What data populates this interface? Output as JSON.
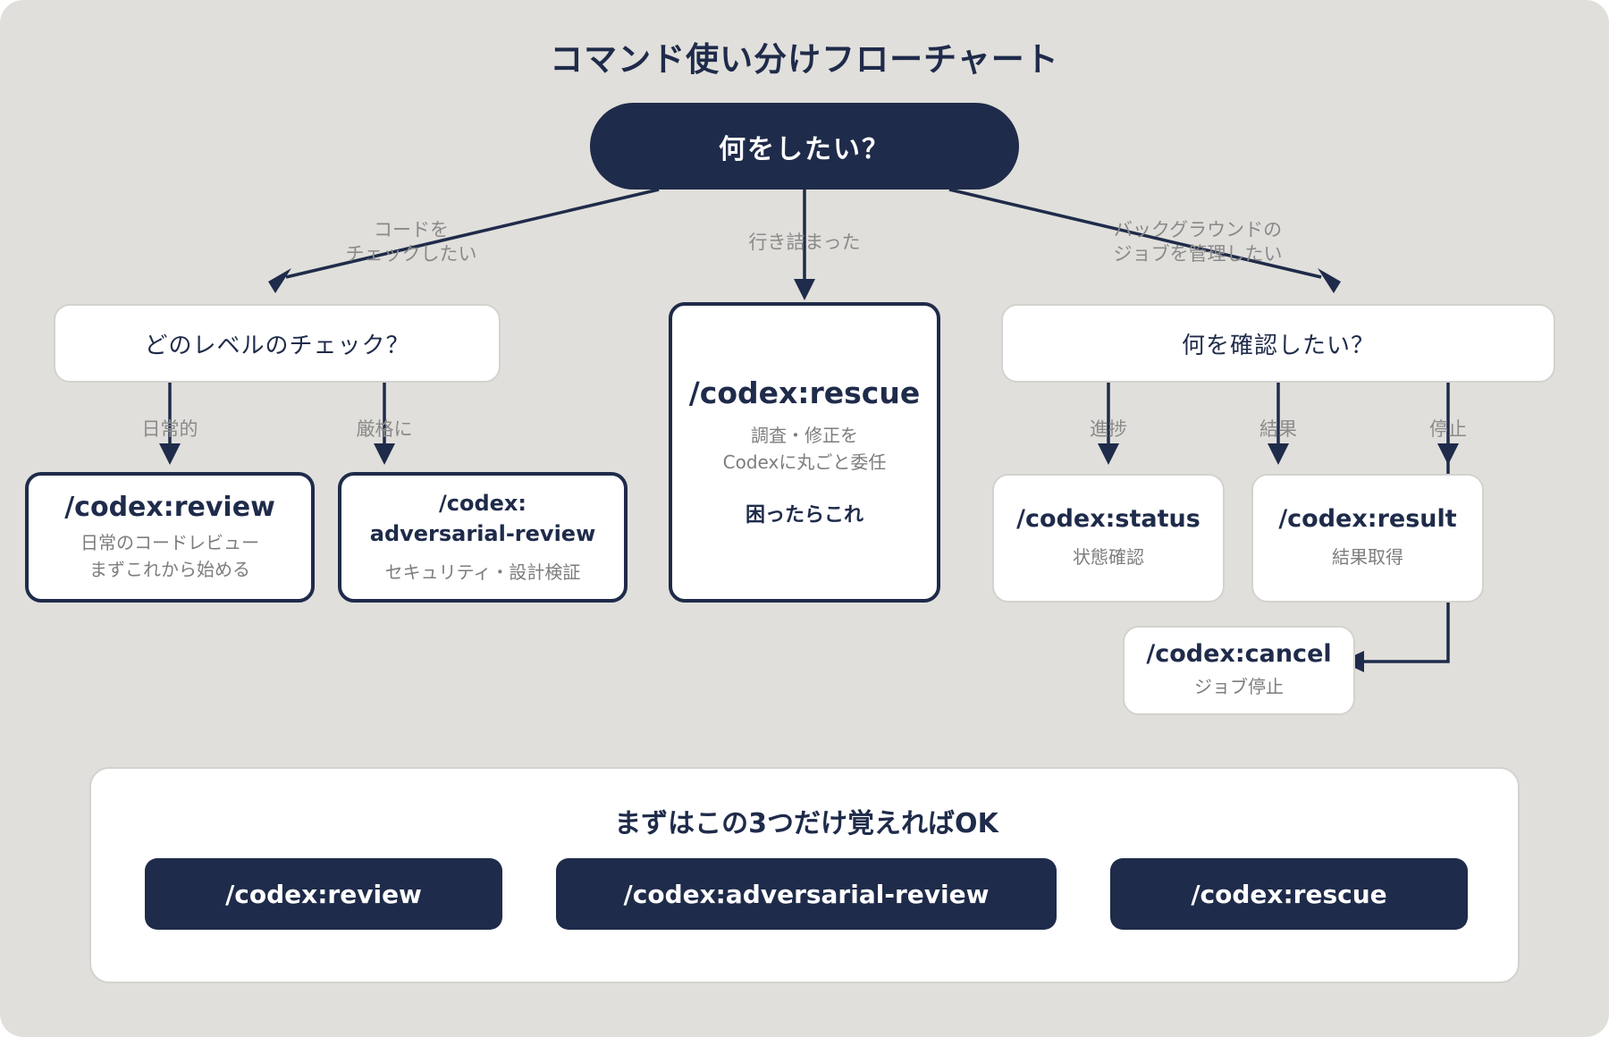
{
  "title": "コマンド使い分けフローチャート",
  "root": {
    "label": "何をしたい？"
  },
  "branches": {
    "check": {
      "edge_line1": "コードを",
      "edge_line2": "チェックしたい",
      "question": "どのレベルのチェック？"
    },
    "stuck": {
      "edge_label": "行き詰まった"
    },
    "jobs": {
      "edge_line1": "バックグラウンドの",
      "edge_line2": "ジョブを管理したい",
      "question": "何を確認したい？"
    }
  },
  "check_edges": {
    "daily": "日常的",
    "strict": "厳格に"
  },
  "job_edges": {
    "progress": "進捗",
    "result": "結果",
    "stop": "停止"
  },
  "commands": {
    "review": {
      "name": "/codex:review",
      "desc1": "日常のコードレビュー",
      "desc2": "まずこれから始める"
    },
    "adversarial": {
      "name1": "/codex:",
      "name2": "adversarial-review",
      "desc": "セキュリティ・設計検証"
    },
    "rescue": {
      "name": "/codex:rescue",
      "desc1": "調査・修正を",
      "desc2": "Codexに丸ごと委任",
      "extra": "困ったらこれ"
    },
    "status": {
      "name": "/codex:status",
      "desc": "状態確認"
    },
    "result": {
      "name": "/codex:result",
      "desc": "結果取得"
    },
    "cancel": {
      "name": "/codex:cancel",
      "desc": "ジョブ停止"
    }
  },
  "summary": {
    "title": "まずはこの3つだけ覚えればOK",
    "buttons": [
      "/codex:review",
      "/codex:adversarial-review",
      "/codex:rescue"
    ]
  },
  "colors": {
    "navy": "#1f2b4a",
    "background": "#e0dfdb",
    "muted_text": "#7d7d7d",
    "card": "#ffffff"
  }
}
